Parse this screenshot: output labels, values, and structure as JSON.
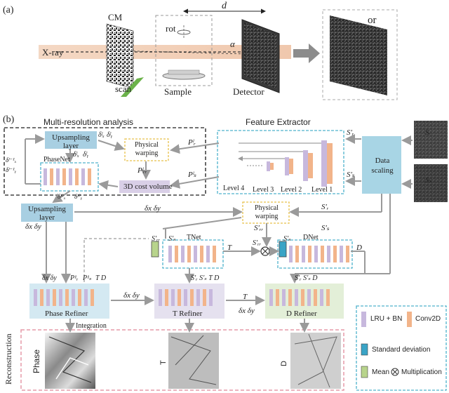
{
  "panel_a": {
    "label": "(a)",
    "cm": "CM",
    "xray": "X-ray",
    "scan": "scan",
    "rot": "rot",
    "d": "d",
    "alpha": "α",
    "sample": "Sample",
    "detector": "Detector",
    "or": "or"
  },
  "panel_b": {
    "label": "(b)",
    "mra_title": "Multi-resolution analysis",
    "fe_title": "Feature Extractor",
    "upsampling": "Upsampling layer",
    "physical_warping": "Physical warping",
    "phasenet": "PhaseNet",
    "cost_volume": "3D cost volume",
    "levels": [
      "Level 4",
      "Level 3",
      "Level 2",
      "Level 1"
    ],
    "data_scaling": "Data scaling",
    "tnet": "TNet",
    "dnet": "DNet",
    "phase_refiner": "Phase Refiner",
    "t_refiner": "T Refiner",
    "d_refiner": "D Refiner",
    "integration": "Integration",
    "reconstruction": "Reconstruction",
    "recon_labels": [
      "Phase",
      "T",
      "D"
    ],
    "legend": {
      "lru": "LRU + BN",
      "conv": "Conv2D",
      "std": "Standard deviation",
      "mean": "Mean",
      "mult": "Multiplication"
    },
    "symbols": {
      "sr": "Sᵣ",
      "ss": "Sₛ",
      "sr_p": "S′ᵣ",
      "ss_p": "S′ₛ",
      "srr_p": "S′ᵣᵣ",
      "t": "T",
      "d": "D",
      "dxdy": "δx δy",
      "pr": "Pˡᵣ",
      "ps": "Pˡₛ",
      "prr": "Pˡᵣᵣ",
      "dlx": "δˡₓ",
      "dly": "δˡᵧ",
      "dx_l1": "δˡ⁻¹ₓ",
      "dy_l1": "δˡ⁻¹ᵧ",
      "dlx0": "δˡ⁰ₓ",
      "dly0": "δˡ⁰ᵧ",
      "p1r": "P¹ᵣ",
      "p1s": "P¹ₛ",
      "sr_ss_td": "S′ᵣ S′ₛ T D",
      "sr_ss_d": "S′ᵣ S′ₛ  D",
      "td": "T D"
    }
  }
}
